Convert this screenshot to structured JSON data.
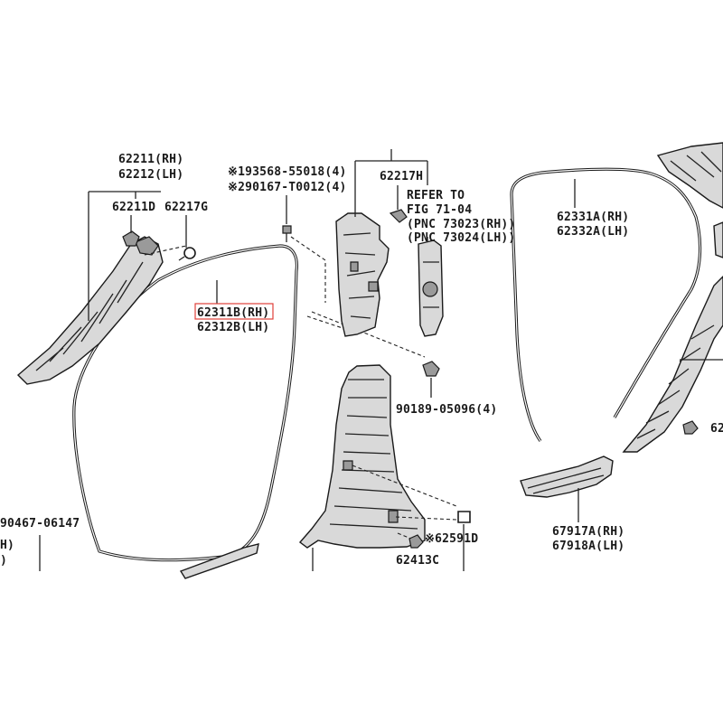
{
  "labels": {
    "pillar_a_rh": "62211(RH)",
    "pillar_a_lh": "62212(LH)",
    "pillar_a_sub": "62211D",
    "clip_g": "62217G",
    "screw_1": "※193568-55018(4)",
    "screw_2": "※290167-T0012(4)",
    "clip_h": "62217H",
    "refer_1": "REFER TO",
    "refer_2": "FIG 71-04",
    "refer_3": "(PNC 73023(RH))",
    "refer_4": "(PNC 73024(LH))",
    "weather_front_rh": "62311B(RH)",
    "weather_front_lh": "62312B(LH)",
    "weather_rear_rh": "62331A(RH)",
    "weather_rear_lh": "62332A(LH)",
    "clip_90189": "90189-05096(4)",
    "clip_90467": "90467-06147",
    "partial_left_rh": "H)",
    "partial_left_lh": ")",
    "clip_62591": "※62591D",
    "clip_62413": "62413C",
    "scuff_rh": "67917A(RH)",
    "scuff_lh": "67918A(LH)",
    "partial_right": "62"
  }
}
